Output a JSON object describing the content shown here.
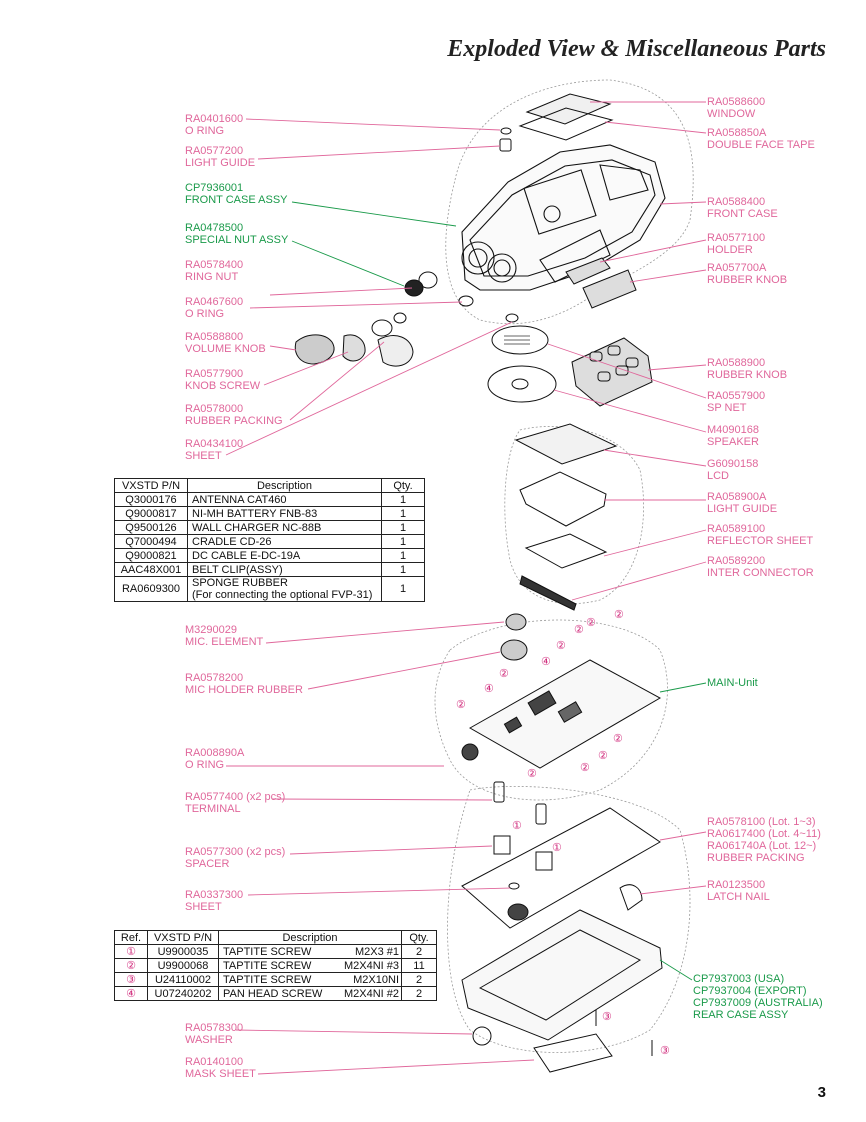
{
  "page": {
    "title": "Exploded View & Miscellaneous Parts",
    "page_number": "3"
  },
  "colors": {
    "part_label": "#e0679b",
    "assembly_label": "#1a9a4a",
    "ref_marker": "#d0287a"
  },
  "callouts_left": [
    {
      "code": "RA0401600",
      "desc": "O RING",
      "color": "pink"
    },
    {
      "code": "RA0577200",
      "desc": "LIGHT GUIDE",
      "color": "pink"
    },
    {
      "code": "CP7936001",
      "desc": "FRONT CASE ASSY",
      "color": "green"
    },
    {
      "code": "RA0478500",
      "desc": "SPECIAL NUT ASSY",
      "color": "green"
    },
    {
      "code": "RA0578400",
      "desc": "RING NUT",
      "color": "pink"
    },
    {
      "code": "RA0467600",
      "desc": "O RING",
      "color": "pink"
    },
    {
      "code": "RA0588800",
      "desc": "VOLUME KNOB",
      "color": "pink"
    },
    {
      "code": "RA0577900",
      "desc": "KNOB SCREW",
      "color": "pink"
    },
    {
      "code": "RA0578000",
      "desc": "RUBBER PACKING",
      "color": "pink"
    },
    {
      "code": "RA0434100",
      "desc": "SHEET",
      "color": "pink"
    },
    {
      "code": "M3290029",
      "desc": "MIC. ELEMENT",
      "color": "pink"
    },
    {
      "code": "RA0578200",
      "desc": "MIC HOLDER RUBBER",
      "color": "pink"
    },
    {
      "code": "RA008890A",
      "desc": "O RING",
      "color": "pink"
    },
    {
      "code": "RA0577400 (x2 pcs)",
      "desc": "TERMINAL",
      "color": "pink"
    },
    {
      "code": "RA0577300 (x2 pcs)",
      "desc": "SPACER",
      "color": "pink"
    },
    {
      "code": "RA0337300",
      "desc": "SHEET",
      "color": "pink"
    },
    {
      "code": "RA0578300",
      "desc": "WASHER",
      "color": "pink"
    },
    {
      "code": "RA0140100",
      "desc": "MASK SHEET",
      "color": "pink"
    }
  ],
  "callouts_right": [
    {
      "code": "RA0588600",
      "desc": "WINDOW",
      "color": "pink"
    },
    {
      "code": "RA058850A",
      "desc": "DOUBLE FACE TAPE",
      "color": "pink"
    },
    {
      "code": "RA0588400",
      "desc": "FRONT CASE",
      "color": "pink"
    },
    {
      "code": "RA0577100",
      "desc": "HOLDER",
      "color": "pink"
    },
    {
      "code": "RA057700A",
      "desc": "RUBBER KNOB",
      "color": "pink"
    },
    {
      "code": "RA0588900",
      "desc": "RUBBER KNOB",
      "color": "pink"
    },
    {
      "code": "RA0557900",
      "desc": "SP NET",
      "color": "pink"
    },
    {
      "code": "M4090168",
      "desc": "SPEAKER",
      "color": "pink"
    },
    {
      "code": "G6090158",
      "desc": "LCD",
      "color": "pink"
    },
    {
      "code": "RA058900A",
      "desc": "LIGHT GUIDE",
      "color": "pink"
    },
    {
      "code": "RA0589100",
      "desc": "REFLECTOR SHEET",
      "color": "pink"
    },
    {
      "code": "RA0589200",
      "desc": "INTER CONNECTOR",
      "color": "pink"
    },
    {
      "code": "MAIN-Unit",
      "desc": "",
      "color": "green"
    },
    {
      "code": "RA0578100 (Lot. 1~3)",
      "desc": "RA0617400 (Lot. 4~11)",
      "desc2": "RA061740A (Lot. 12~)",
      "desc3": "RUBBER PACKING",
      "color": "pink"
    },
    {
      "code": "RA0123500",
      "desc": "LATCH NAIL",
      "color": "pink"
    },
    {
      "code": "CP7937003 (USA)",
      "desc": "CP7937004 (EXPORT)",
      "desc2": "CP7937009 (AUSTRALIA)",
      "desc3": "REAR CASE ASSY",
      "color": "green"
    }
  ],
  "accessories_table": {
    "headers": [
      "VXSTD P/N",
      "Description",
      "Qty."
    ],
    "rows": [
      {
        "pn": "Q3000176",
        "desc": "ANTENNA CAT460",
        "desc2": "",
        "qty": "1"
      },
      {
        "pn": "Q9000817",
        "desc": "NI-MH BATTERY FNB-83",
        "desc2": "",
        "qty": "1"
      },
      {
        "pn": "Q9500126",
        "desc": "WALL CHARGER NC-88B",
        "desc2": "",
        "qty": "1"
      },
      {
        "pn": "Q7000494",
        "desc": "CRADLE CD-26",
        "desc2": "",
        "qty": "1"
      },
      {
        "pn": "Q9000821",
        "desc": "DC CABLE E-DC-19A",
        "desc2": "",
        "qty": "1"
      },
      {
        "pn": "AAC48X001",
        "desc": "BELT CLIP(ASSY)",
        "desc2": "",
        "qty": "1"
      },
      {
        "pn": "RA0609300",
        "desc": "SPONGE RUBBER",
        "desc2": "(For connecting the optional FVP-31)",
        "qty": "1"
      }
    ]
  },
  "screws_table": {
    "headers": [
      "Ref.",
      "VXSTD P/N",
      "Description",
      "Qty."
    ],
    "rows": [
      {
        "ref": "①",
        "pn": "U9900035",
        "desc": "TAPTITE SCREW",
        "size": "M2X3 #1",
        "qty": "2"
      },
      {
        "ref": "②",
        "pn": "U9900068",
        "desc": "TAPTITE SCREW",
        "size": "M2X4NI #3",
        "qty": "11"
      },
      {
        "ref": "③",
        "pn": "U24110002",
        "desc": "TAPTITE SCREW",
        "size": "M2X10NI",
        "qty": "2"
      },
      {
        "ref": "④",
        "pn": "U07240202",
        "desc": "PAN HEAD SCREW",
        "size": "M2X4NI #2",
        "qty": "2"
      }
    ]
  },
  "screw_markers": [
    "①",
    "②",
    "③",
    "④"
  ]
}
